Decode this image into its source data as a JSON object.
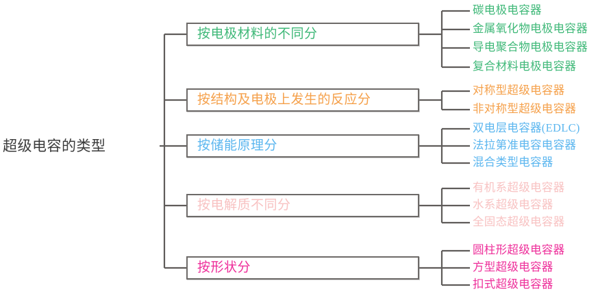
{
  "diagram": {
    "type": "tree-mindmap",
    "root": {
      "label": "超级电容的类型",
      "color": "#3a3a3a"
    },
    "branches": [
      {
        "label": "按电极材料的不同分",
        "color": "#3fb878",
        "leaves": [
          "碳电极电容器",
          "金属氧化物电极电容器",
          "导电聚合物电极电容器",
          "复合材料电极电容器"
        ]
      },
      {
        "label": "按结构及电极上发生的反应分",
        "color": "#f5a04a",
        "leaves": [
          "对称型超级电容器",
          "非对称型超级电容器"
        ]
      },
      {
        "label": "按储能原理分",
        "color": "#5bb6ef",
        "leaves": [
          "双电层电容器(EDLC)",
          "法拉第准电容电容器",
          "混合类型电容器"
        ]
      },
      {
        "label": "按电解质不同分",
        "color": "#f8c2c2",
        "leaves": [
          "有机系超级电容器",
          "水系超级电容器",
          "全固态超级电容器"
        ]
      },
      {
        "label": "按形状分",
        "color": "#ee2e9a",
        "leaves": [
          "圆柱形超级电容器",
          "方型超级电容器",
          "扣式超级电容器"
        ]
      }
    ],
    "line_color": "#5f5c5a",
    "box_border_color": "#6d6a68",
    "background": "#ffffff"
  }
}
